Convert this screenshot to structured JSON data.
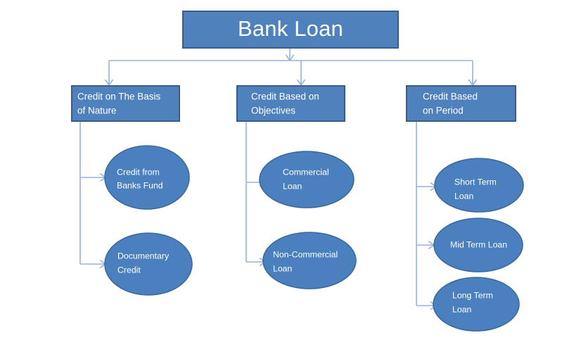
{
  "diagram": {
    "title": "Bank Loan",
    "type": "hierarchy-tree",
    "colors": {
      "node_fill": "#4F81BD",
      "node_border": "#385D8A",
      "ellipse_fill": "#4A80BD",
      "ellipse_border": "#3A6A9E",
      "connector": "#95B3D7",
      "text": "#FFFFFF",
      "background": "#FFFFFF"
    },
    "root": {
      "label": "Bank Loan"
    },
    "branches": [
      {
        "id": "nature",
        "label_lines": [
          "Credit on The Basis",
          "of Nature"
        ],
        "children": [
          {
            "id": "banks-fund",
            "label_lines": [
              "Credit from",
              "Banks  Fund"
            ]
          },
          {
            "id": "documentary-credit",
            "label_lines": [
              "Documentary",
              "Credit"
            ]
          }
        ]
      },
      {
        "id": "objectives",
        "label_lines": [
          "Credit Based on",
          "Objectives"
        ],
        "children": [
          {
            "id": "commercial-loan",
            "label_lines": [
              "Commercial",
              "Loan"
            ]
          },
          {
            "id": "non-commercial-loan",
            "label_lines": [
              "Non-Commercial",
              "Loan"
            ]
          }
        ]
      },
      {
        "id": "period",
        "label_lines": [
          "Credit Based",
          "on Period"
        ],
        "children": [
          {
            "id": "short-term-loan",
            "label_lines": [
              "Short Term",
              "Loan"
            ]
          },
          {
            "id": "mid-term-loan",
            "label_lines": [
              "Mid Term Loan"
            ]
          },
          {
            "id": "long-term-loan",
            "label_lines": [
              "Long Term",
              "Loan"
            ]
          }
        ]
      }
    ]
  }
}
